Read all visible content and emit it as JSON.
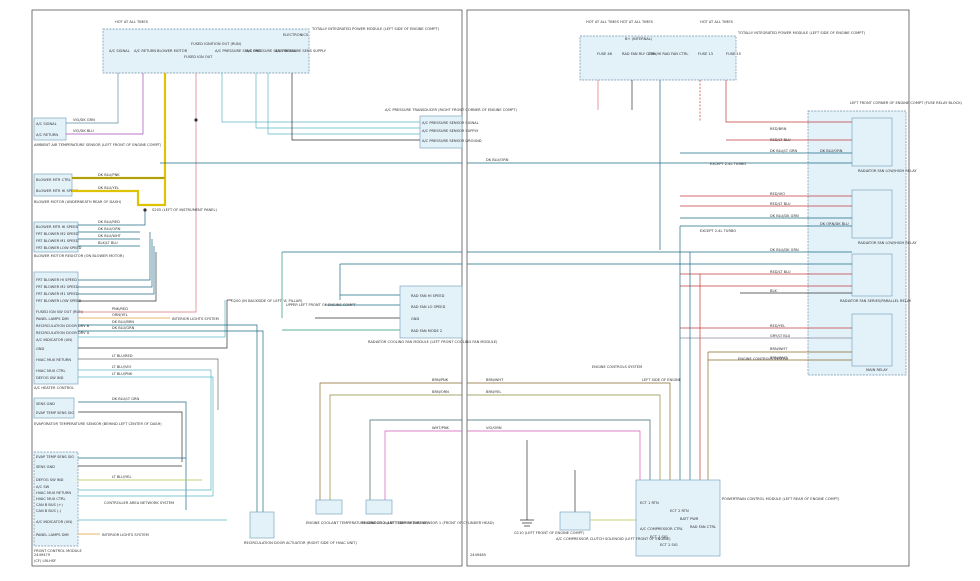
{
  "left_sheet": {
    "top_module": {
      "title": "TOTALLY INTEGRATED POWER MODULE (LEFT SIDE OF ENGINE COMPT)",
      "hot_label": "HOT AT ALL TIMES",
      "fuse_label": "FUSED IGNITION OUT (RUN)",
      "pins": [
        "A/C SIGNAL",
        "A/C RETURN",
        "BLOWER MOTOR",
        "FUSED IGN OUT",
        "A/C PRESSURE SENS GND",
        "A/C PRESSURE SENS SIGNAL",
        "A/C PRESSURE SENS SUPPLY",
        "ELECTRONICS"
      ]
    },
    "left_components": [
      {
        "name": "ambient-sensor",
        "label": "AMBIENT AIR TEMPERATURE SENSOR (LEFT FRONT OF ENGINE COMPT)",
        "pins": [
          "A/C SIGNAL",
          "A/C RETURN"
        ]
      },
      {
        "name": "blower-motor",
        "label": "BLOWER MOTOR (UNDERNEATH REAR OF DASH)",
        "pins": [
          "BLOWER MTR CTRL",
          "BLOWER MTR HI SPEED"
        ]
      },
      {
        "name": "blower-resistor",
        "label": "BLOWER MOTOR RESISTOR (ON BLOWER MOTOR)",
        "pins": [
          "BLOWER MTR HI SPEED",
          "FRT BLOWER M2 SPEED",
          "FRT BLOWER M1 SPEED",
          "FRT BLOWER LOW SPEED"
        ]
      },
      {
        "name": "hvac-control",
        "label": "A/C HEATER CONTROL",
        "pins": [
          "FRT BLOWER HI SPEED",
          "FRT BLOWER M2 SPEED",
          "FRT BLOWER M1 SPEED",
          "FRT BLOWER LOW SPEED",
          "FUSED IGN SW OUT (RUN)",
          "PANEL LAMPS DIM",
          "RECIRCULATION DOOR DRV B",
          "RECIRCULATION DOOR DRV A",
          "A/C INDICATOR (UN)",
          "GND",
          "HVAC MUX RETURN",
          "HVAC MUX CTRL",
          "DEFOG SW IND"
        ]
      },
      {
        "name": "evap-sensor",
        "label": "EVAPORATOR TEMPERATURE SENSOR (BEHIND LEFT CENTER OF DASH)",
        "pins": [
          "SENS GND",
          "EVAP TEMP SENS SIG"
        ]
      },
      {
        "name": "ffc-module",
        "label": "FRONT CONTROL MODULE",
        "pins": [
          "EVAP TEMP SENS SIG",
          "SENS GND",
          "DEFOG SW IND",
          "A/C SW",
          "HVAC MUX RETURN",
          "HVAC MUX CTRL",
          "CAN B BUS (+)",
          "CAN B BUS (-)",
          "A/C INDICATOR (UN)",
          "PANEL LAMPS DIM"
        ]
      }
    ],
    "wire_colors": [
      "VIO/DK GRN",
      "VIO/DK BLU",
      "DK BLU/PNK",
      "DK BLU/YEL",
      "DK BLU/RED",
      "DK BLU/ORN",
      "DK BLU/WHT",
      "BLK/LT BLU",
      "PNK/RED",
      "ORN/YEL",
      "DK BLU/BRN",
      "DK BLU/GRN",
      "LT BLU/RED",
      "LT BLU/VIO",
      "LT BLU/PNK",
      "DK BLU/LT GRN",
      "LT BLU/YEL",
      "BRN/PNK",
      "BRN/ORN",
      "WHT/PNK"
    ],
    "splices": [
      "S205 (LEFT OF INSTRUMENT PANEL)",
      "G200 (IN BACKSIDE OF LEFT 'A' PILLAR)"
    ],
    "refs": [
      "INTERIOR LIGHTS SYSTEM",
      "CONTROLLER AREA NETWORK SYSTEM",
      "INTERIOR LIGHTS SYSTEM"
    ],
    "pressure_transducer": {
      "label": "A/C PRESSURE TRANSDUCER (RIGHT FRONT CORNER OF ENGINE COMPT)",
      "pins": [
        "A/C PRESSURE SENSOR SIGNAL",
        "A/C PRESSURE SENSOR SUPPLY",
        "A/C PRESSURE SENSOR GROUND"
      ]
    },
    "radiator_module": {
      "label": "RADIATOR COOLING FAN MODULE (LEFT FRONT COOLING FAN MODULE)",
      "pins": [
        "RAD FAN HI SPEED",
        "RAD FAN LO SPEED",
        "GND",
        "RAD FAN MODE 2"
      ],
      "ground": "UPPER LEFT FRONT OF ENGINE COMPT"
    },
    "ect_sensors": [
      {
        "label": "ENGINE COOLANT TEMPERATURE SENSOR 2 (LEFT SIDE OF ENGINE)"
      },
      {
        "label": "ENGINE COOLANT TEMPERATURE SENSOR 1 (FRONT OF CYLINDER HEAD)"
      }
    ],
    "actuator": {
      "label": "RECIRCULATION DOOR ACTUATOR (RIGHT SIDE OF HVAC UNIT)"
    },
    "legend": "(CF) LRLHSF",
    "sheet_id": "2449479"
  },
  "right_sheet": {
    "top_module": {
      "title": "TOTALLY INTEGRATED POWER MODULE (LEFT SIDE OF ENGINE COMPT)",
      "hot_labels": [
        "HOT AT ALL TIMES",
        "HOT AT ALL TIMES",
        "HOT AT ALL TIMES"
      ],
      "bus_label": "B+ (INTERNAL)",
      "pins": [
        "FUSE 46",
        "RAD FAN RLY CTRL",
        "LOW/HI RAD FAN CTRL",
        "FUSE 13",
        "FUSE 15"
      ]
    },
    "relay_block": {
      "title": "LEFT FRONT CORNER OF ENGINE COMPT (FUSE RELAY BLOCK)",
      "relays": [
        "RADIATOR FAN LOW/HIGH RELAY",
        "RADIATOR FAN SERIES/PARALLEL RELAY",
        "MAIN RELAY"
      ]
    },
    "pcm": {
      "label": "POWERTRAIN CONTROL MODULE (LEFT REAR OF ENGINE COMPT)",
      "pins": [
        "A/C COMPRESSOR CTRL",
        "ECT 1 SIG",
        "ECT 2 SIG",
        "ECT 1 RTN",
        "ECT 2 RTN",
        "BATT PWR",
        "RAD FAN CTRL"
      ]
    },
    "compressor": {
      "label": "A/C COMPRESSOR CLUTCH SOLENOID (LEFT FRONT OF ENGINE)"
    },
    "ground": {
      "label": "G110 (LEFT FRONT OF ENGINE COMPT)"
    },
    "refs": [
      "ENGINE CONTROLS SYSTEM",
      "ENGINE CONTROLS SYSTEM",
      "EXCEPT 2.4L TURBO",
      "EXCEPT 2.4L TURBO",
      "LEFT SIDE OF ENGINE"
    ],
    "wire_colors": [
      "RED/BRN",
      "RED/LT BLU",
      "DK BLU/LT GRN",
      "DK BLU/ORN",
      "RED/VIO",
      "DK BLU/DK GRN",
      "DK ORN/DK BLU",
      "DK BLU/DK GRN",
      "RED/LT BLU",
      "BLK",
      "RED/YEL",
      "GRY/LT BLU",
      "BRN/WHT",
      "BRN/YEL",
      "BRN/VIO",
      "VIO/ORN",
      "LT GRN/WHT",
      "BRN/VIO"
    ],
    "sheet_id": "2449485"
  }
}
